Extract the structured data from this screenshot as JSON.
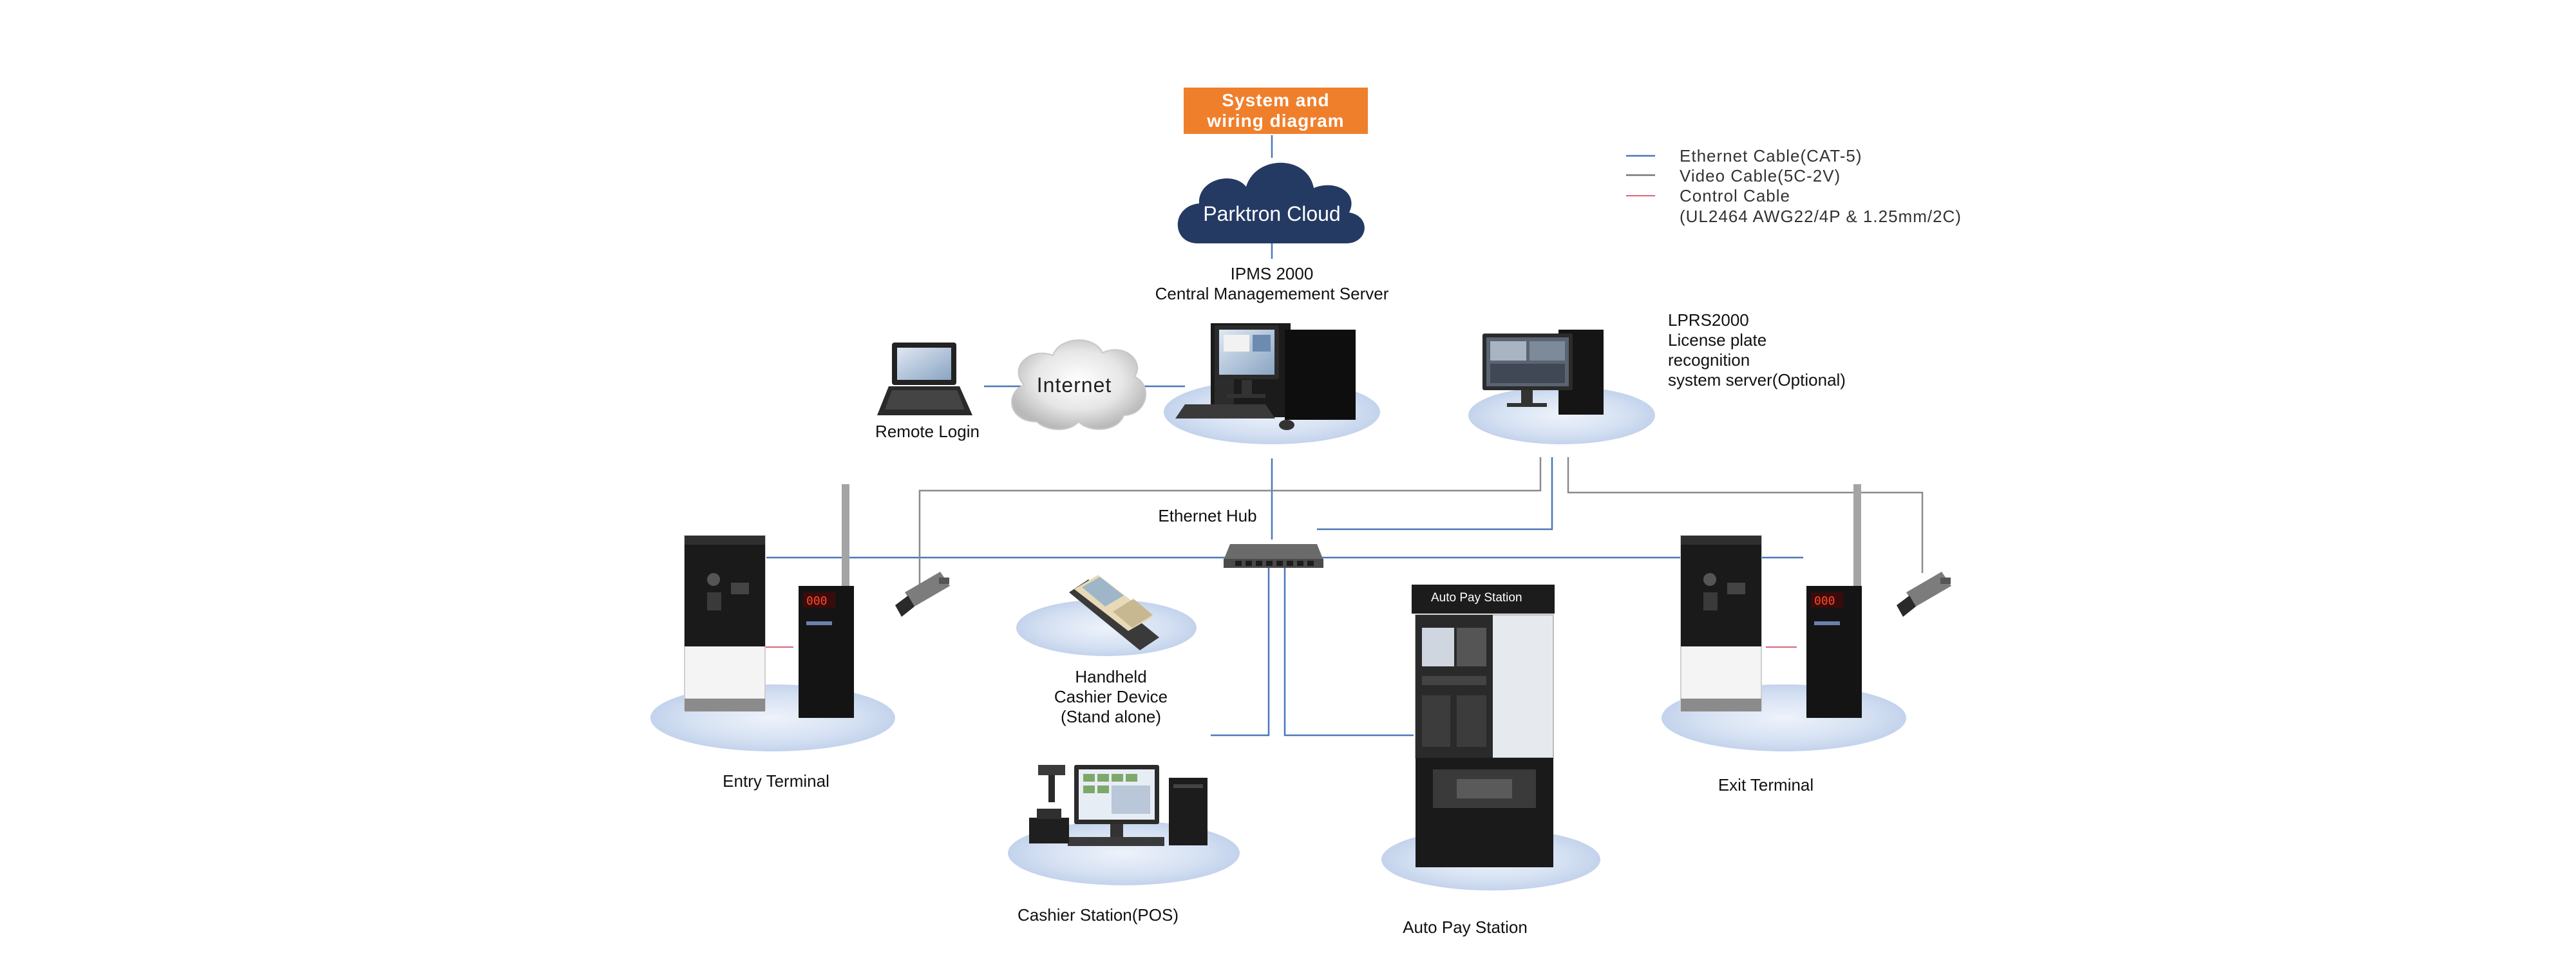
{
  "title": "System and\nwiring diagram",
  "legend": [
    {
      "label": "Ethernet Cable(CAT-5)",
      "color": "#4a78b8"
    },
    {
      "label": "Video Cable(5C-2V)",
      "color": "#555555"
    },
    {
      "label": "Control Cable",
      "color": "#d9667a"
    },
    {
      "label": "(UL2464 AWG22/4P & 1.25mm/2C)",
      "color": ""
    }
  ],
  "nodes": {
    "cloud": "Parktron  Cloud",
    "server": "IPMS 2000\nCentral Managemement Server",
    "internet": "Internet",
    "remote_login": "Remote Login",
    "lprs": "LPRS2000\nLicense plate\nrecognition\nsystem server(Optional)",
    "hub": "Ethernet Hub",
    "handheld": "Handheld\nCashier Device\n(Stand alone)",
    "entry": "Entry Terminal",
    "exit": "Exit Terminal",
    "pos": "Cashier Station(POS)",
    "aps": "Auto Pay Station",
    "aps_sign": "Auto Pay Station"
  },
  "colors": {
    "accent": "#f07f2c",
    "cloud": "#243a63",
    "ethernet": "#4a78b8",
    "video": "#555555",
    "control": "#d9667a",
    "base": "#d4e0f2"
  }
}
